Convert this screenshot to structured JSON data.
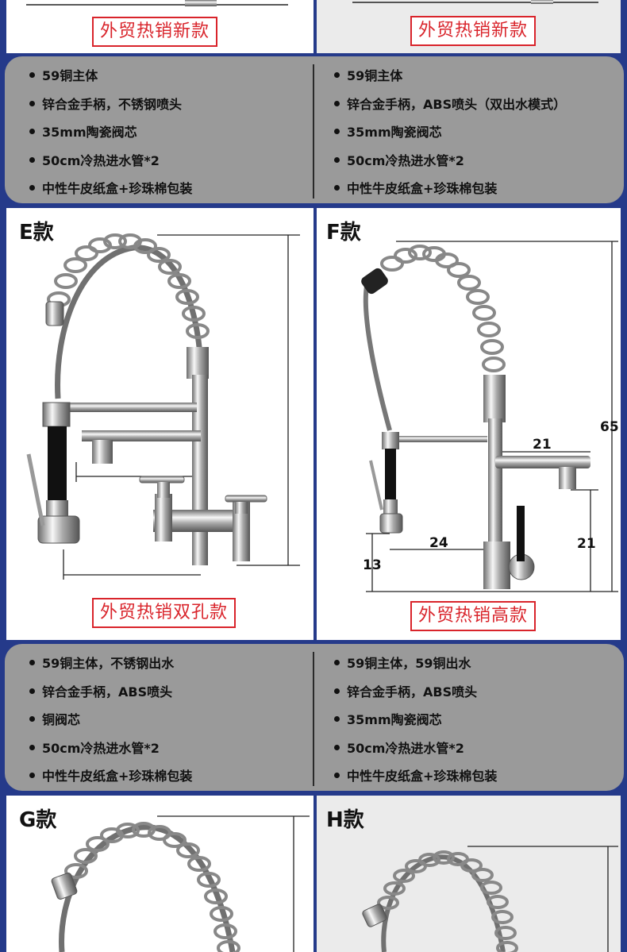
{
  "top_tags": {
    "left": "外贸热销新款",
    "right": "外贸热销新款"
  },
  "spec1": {
    "left": [
      "59铜主体",
      "锌合金手柄，不锈钢喷头",
      "35mm陶瓷阀芯",
      "50cm冷热进水管*2",
      "中性牛皮纸盒+珍珠棉包装"
    ],
    "right": [
      "59铜主体",
      "锌合金手柄，ABS喷头（双出水模式）",
      "35mm陶瓷阀芯",
      "50cm冷热进水管*2",
      "中性牛皮纸盒+珍珠棉包装"
    ]
  },
  "productE": {
    "model": "E款",
    "tag": "外贸热销双孔款"
  },
  "productF": {
    "model": "F款",
    "tag": "外贸热销高款",
    "dims": {
      "height": "65",
      "spout": "21",
      "base": "24",
      "outlet": "21",
      "low": "13"
    }
  },
  "spec2": {
    "left": [
      "59铜主体，不锈钢出水",
      "锌合金手柄，ABS喷头",
      "铜阀芯",
      "50cm冷热进水管*2",
      "中性牛皮纸盒+珍珠棉包装"
    ],
    "right": [
      "59铜主体，59铜出水",
      "锌合金手柄，ABS喷头",
      "35mm陶瓷阀芯",
      "50cm冷热进水管*2",
      "中性牛皮纸盒+珍珠棉包装"
    ]
  },
  "productG": {
    "model": "G款"
  },
  "productH": {
    "model": "H款"
  }
}
